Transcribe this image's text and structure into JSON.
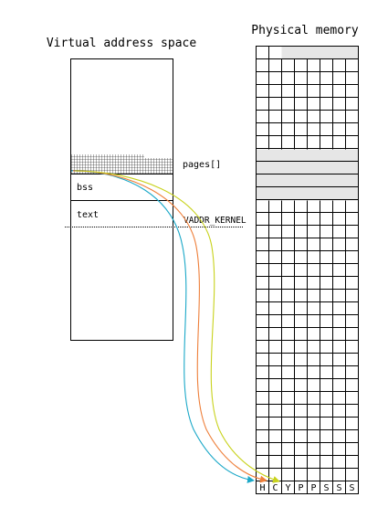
{
  "virtual": {
    "title": "Virtual address space",
    "pages_label": "pages[]",
    "bss_label": "bss",
    "text_label": "text",
    "kernel_label": "VADDR_KERNEL"
  },
  "physical": {
    "title": "Physical memory",
    "flags": [
      "H",
      "C",
      "Y",
      "P",
      "P",
      "S",
      "S",
      "S"
    ]
  },
  "colors": {
    "stroke": "#000000",
    "shaded": "#e6e6e6",
    "cyan": "#1ba8c8",
    "orange": "#ee7f3a",
    "yellow": "#c8d21c"
  }
}
